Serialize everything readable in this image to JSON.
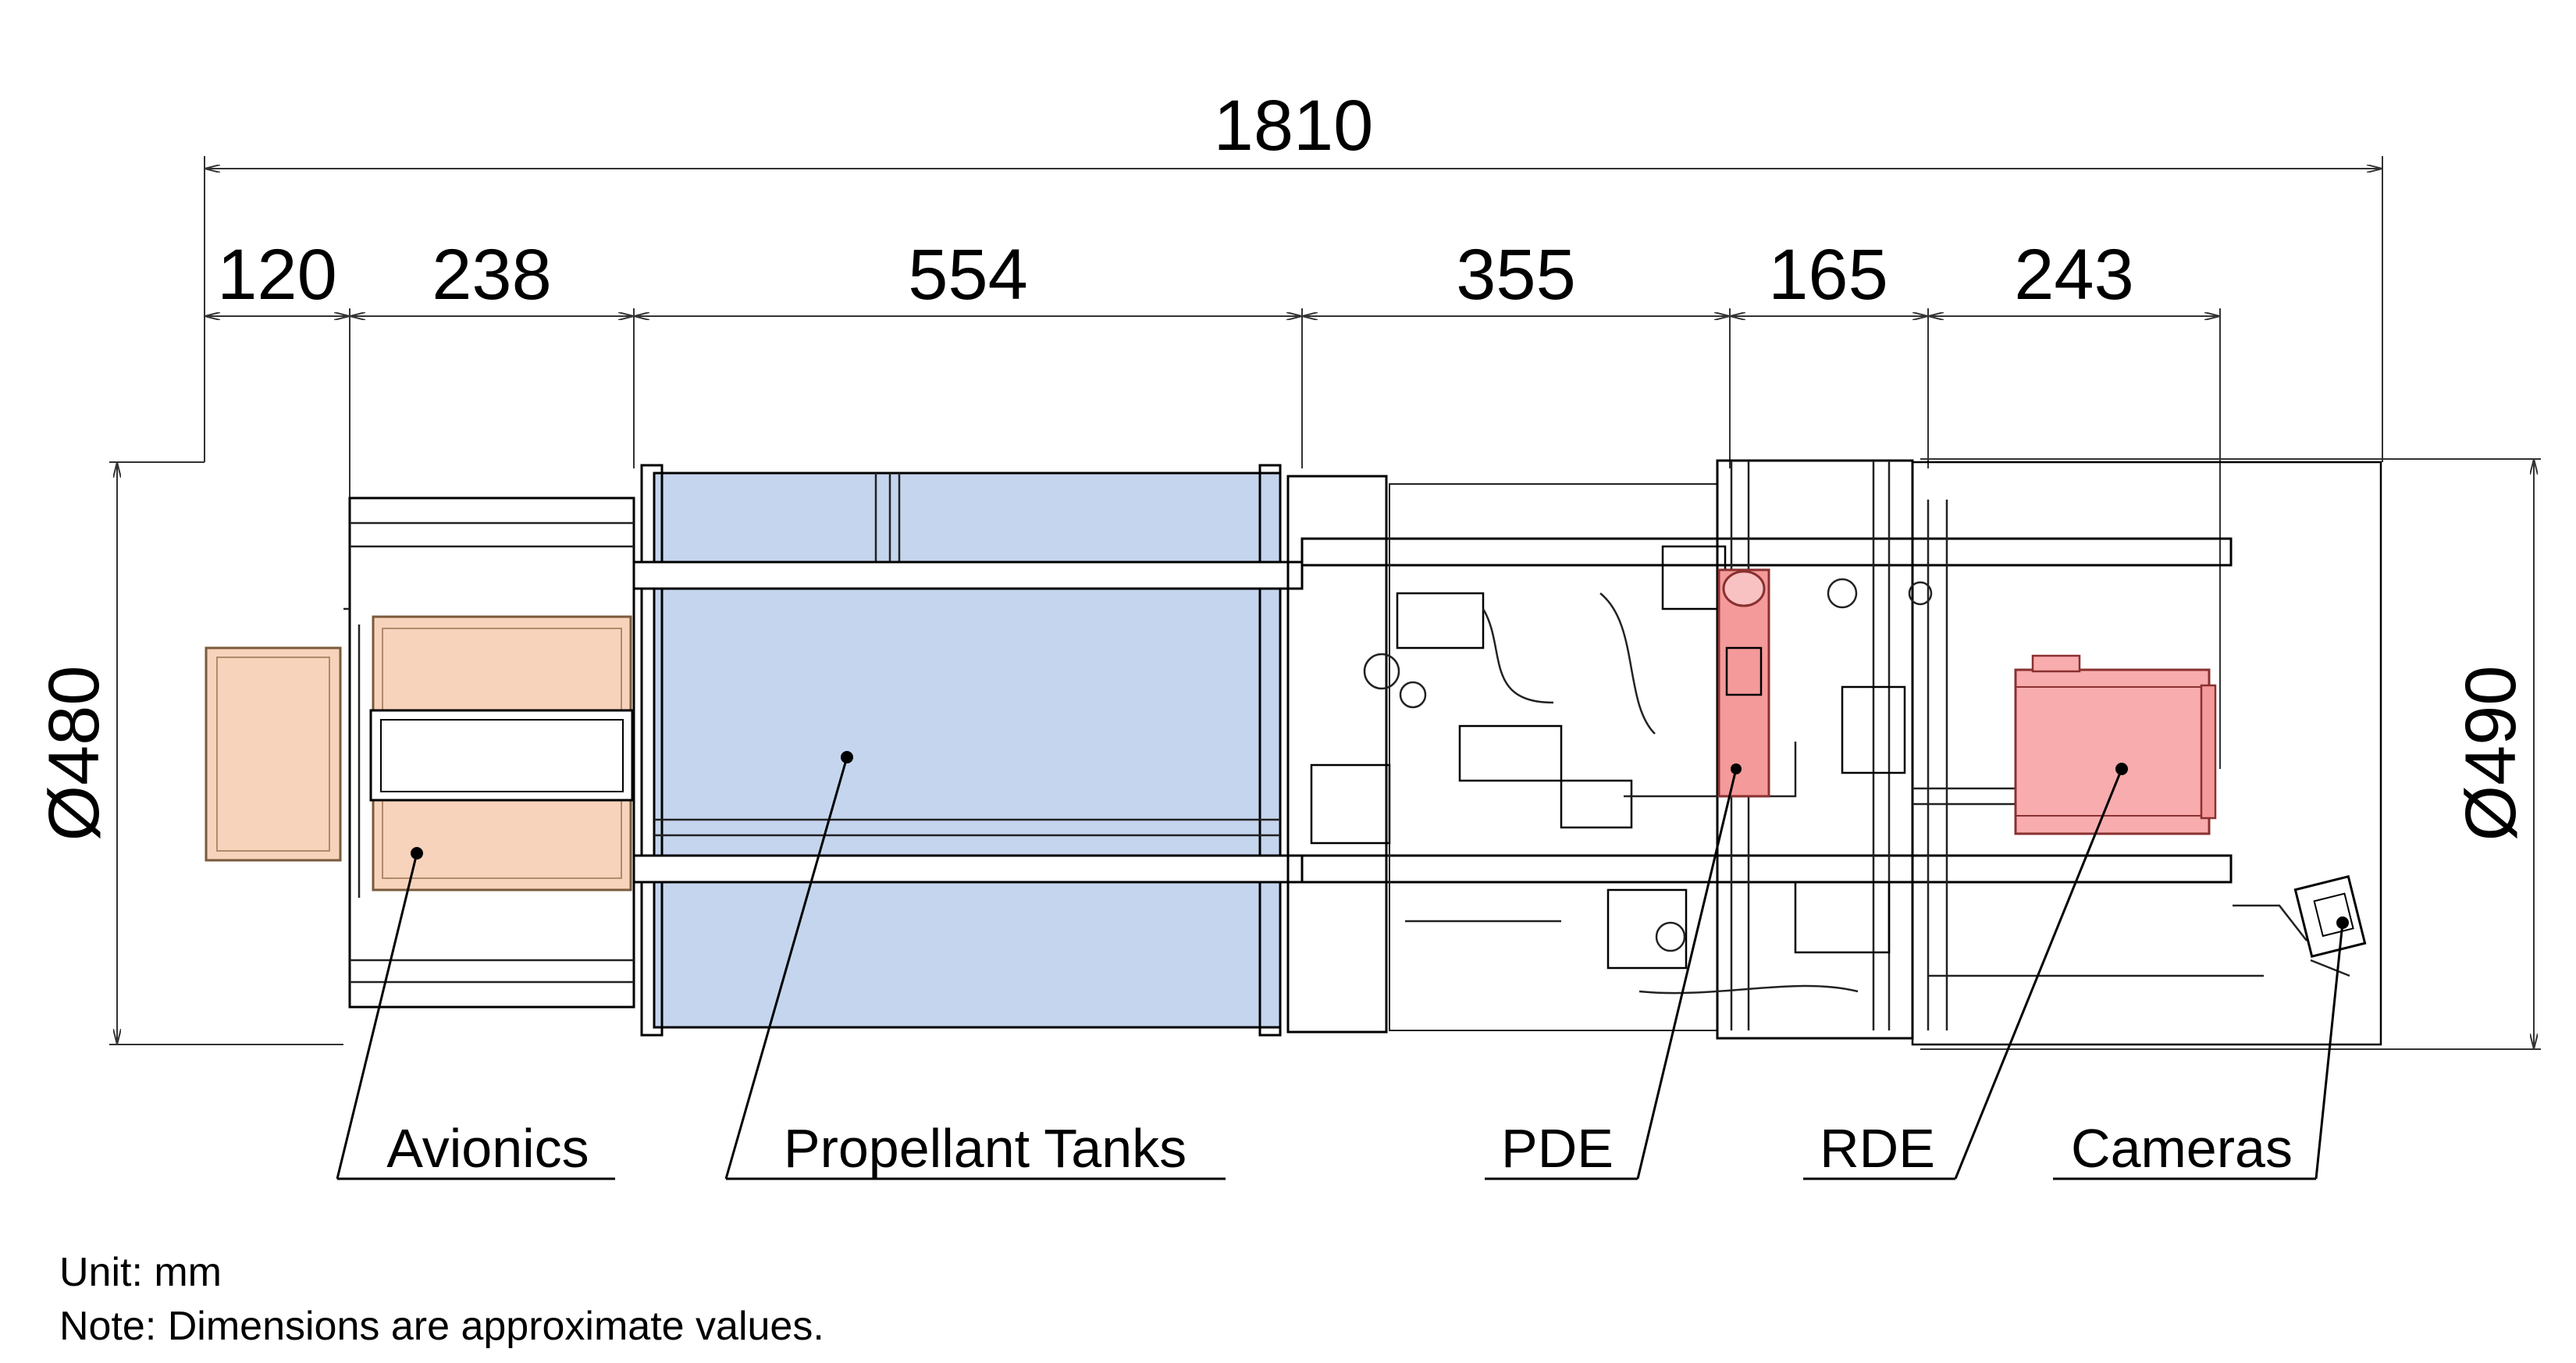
{
  "dimensions": {
    "overall_length": "1810",
    "segments": [
      "120",
      "238",
      "554",
      "355",
      "165",
      "243"
    ],
    "diameter_left": "Ø480",
    "diameter_right": "Ø490"
  },
  "components": [
    {
      "name": "Avionics",
      "color": "#f7d3bc"
    },
    {
      "name": "Propellant Tanks",
      "color": "#c5d5ee"
    },
    {
      "name": "PDE",
      "color": "#f49a9a"
    },
    {
      "name": "RDE",
      "color": "#f8acae"
    },
    {
      "name": "Cameras",
      "color": "#ffffff"
    }
  ],
  "notes": {
    "unit": "Unit:  mm",
    "note": "Note: Dimensions are approximate values."
  }
}
